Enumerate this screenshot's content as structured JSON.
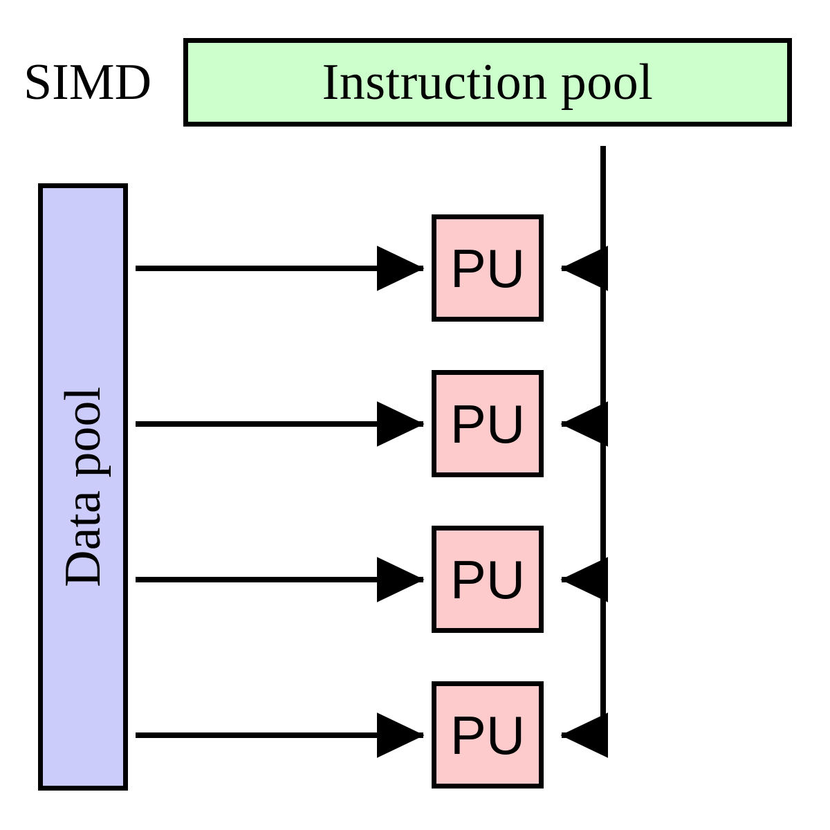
{
  "diagram": {
    "title": "SIMD",
    "background_color": "#ffffff",
    "stroke_color": "#000000",
    "instruction_pool": {
      "label": "Instruction pool",
      "fill_color": "#ccffcc"
    },
    "data_pool": {
      "label": "Data pool",
      "fill_color": "#ccccfa",
      "orientation": "vertical-bottom-to-top"
    },
    "processing_units": {
      "fill_color": "#fdcbcb",
      "count": 4,
      "items": [
        {
          "label": "PU"
        },
        {
          "label": "PU"
        },
        {
          "label": "PU"
        },
        {
          "label": "PU"
        }
      ]
    },
    "connections": {
      "data_arrows": {
        "count": 4,
        "direction": "right",
        "from": "Data pool",
        "to": "PU"
      },
      "instruction_arrows": {
        "count": 4,
        "direction": "left",
        "from": "Instruction pool",
        "to": "PU"
      },
      "instruction_bus": {
        "orientation": "vertical",
        "description": "instruction-bus-line"
      }
    }
  }
}
